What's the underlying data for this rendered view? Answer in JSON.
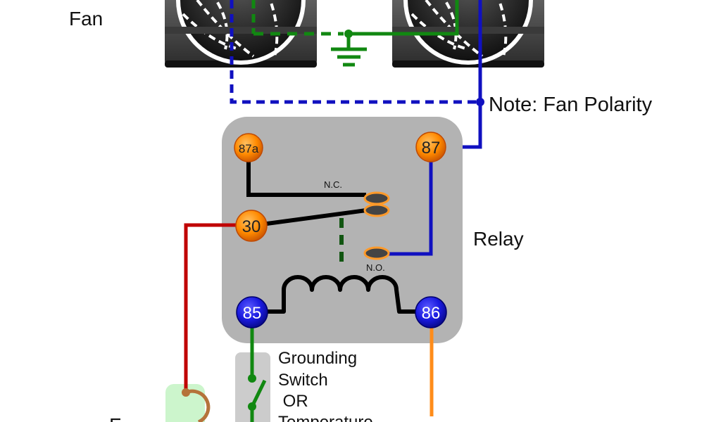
{
  "labels": {
    "fan_label": "Fan",
    "note": "Note: Fan Polarity",
    "relay": "Relay",
    "switch_line1": "Grounding",
    "switch_line2": "Switch",
    "switch_line3": " OR",
    "switch_line4": "Temperature",
    "fuse_partial": "F",
    "nc": "N.C.",
    "no": "N.O."
  },
  "terminals": {
    "t87a": "87a",
    "t87": "87",
    "t30": "30",
    "t85": "85",
    "t86": "86"
  },
  "colors": {
    "wire_blue": "#1010c0",
    "wire_green": "#118811",
    "wire_red": "#c00000",
    "wire_orange": "#ff8c1a",
    "wire_black": "#000000",
    "relay_body": "#b3b3b3",
    "terminal_orange": "#ff8a00",
    "terminal_blue": "#1a1ae0",
    "fuse_bg": "#ccf5cc",
    "fuse_wire": "#b5733a",
    "switch_bg": "#cccccc"
  }
}
